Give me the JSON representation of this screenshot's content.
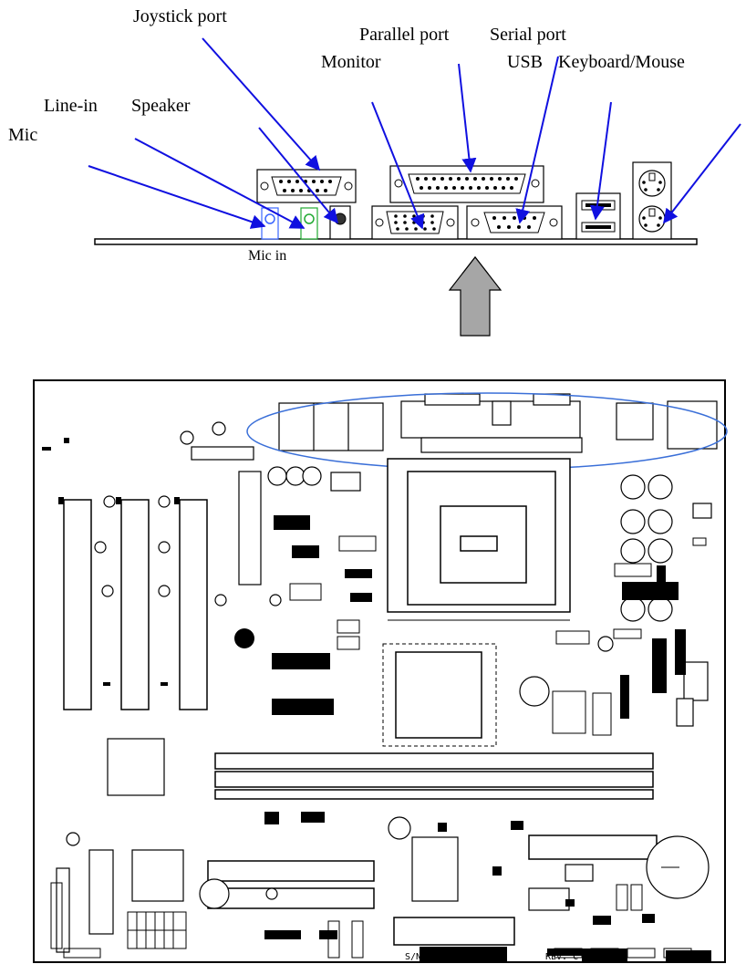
{
  "labels": {
    "joystick": "Joystick port",
    "parallel": "Parallel port",
    "serial": "Serial port",
    "monitor": "Monitor",
    "usb": "USB",
    "keyboard_mouse": "Keyboard/Mouse",
    "line_in": "Line-in",
    "speaker": "Speaker",
    "mic": "Mic",
    "mic_in": "Mic in"
  },
  "board_text": {
    "serial_number": "S/N",
    "revision": "REV. C"
  },
  "colors": {
    "arrow": "#1010e0",
    "ellipse": "#3a6fd8",
    "big_arrow_fill": "#a6a6a6",
    "mic_jack": "#3a66ff",
    "line_in_jack": "#22aa33"
  }
}
